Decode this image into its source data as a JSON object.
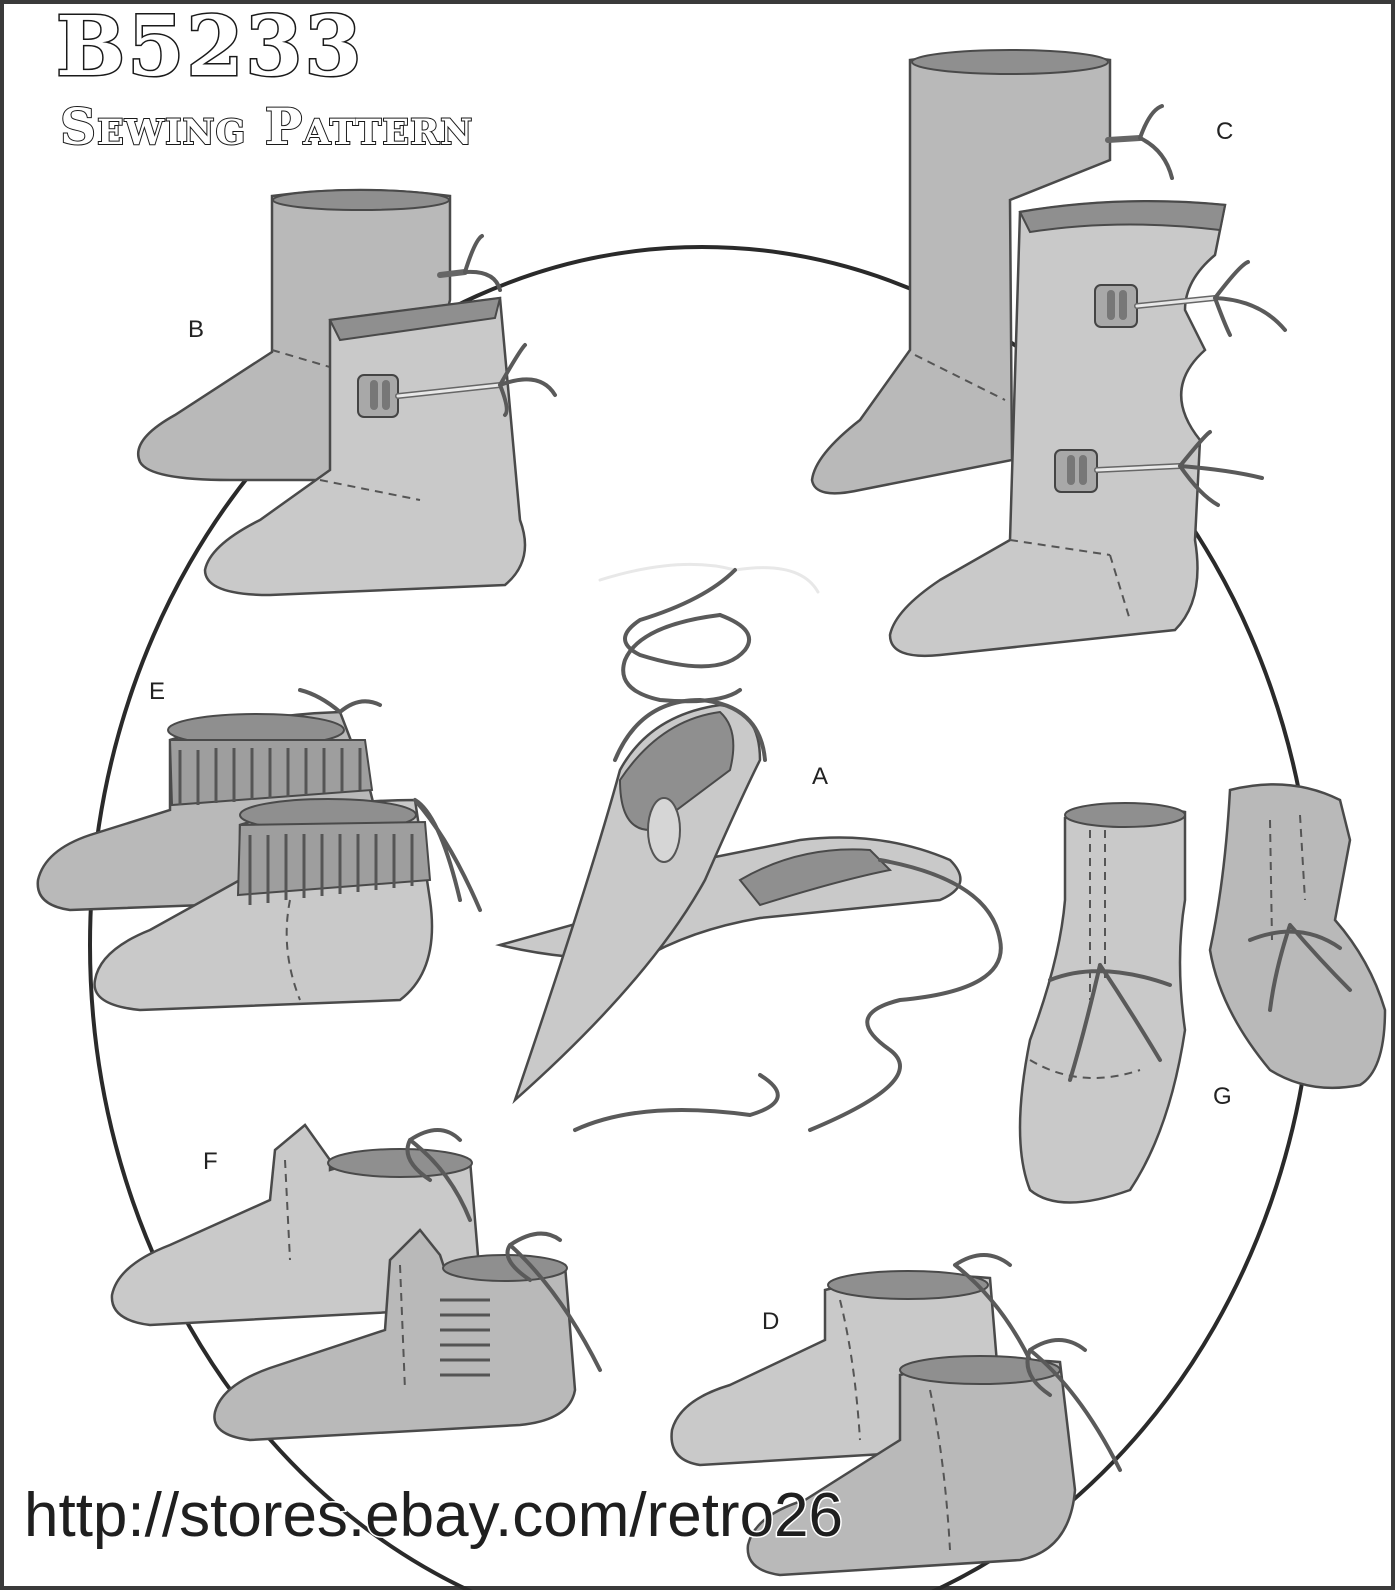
{
  "header": {
    "pattern_code": "B5233",
    "subtitle": "Sewing Pattern"
  },
  "views": {
    "a": "A",
    "b": "B",
    "c": "C",
    "d": "D",
    "e": "E",
    "f": "F",
    "g": "G"
  },
  "footer": {
    "store_url": "http://stores.ebay.com/retro26"
  },
  "colors": {
    "frame": "#3a3a3a",
    "fill": "#b9b9b9",
    "outline": "#4a4a4a"
  }
}
